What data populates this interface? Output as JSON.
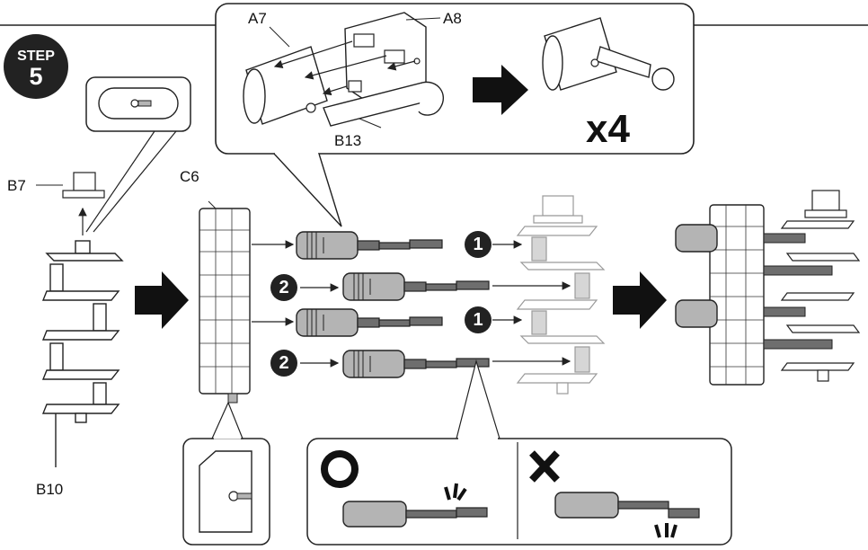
{
  "step": {
    "word": "STEP",
    "number": "5"
  },
  "labels": {
    "a7": "A7",
    "a8": "A8",
    "b13": "B13",
    "b7": "B7",
    "b10": "B10",
    "c6": "C6"
  },
  "multiplier": "x4",
  "order_markers": [
    "1",
    "2",
    "1",
    "2"
  ],
  "colors": {
    "part_gray": "#b4b4b4",
    "dark_gray": "#6e6e6e",
    "ink": "#222222"
  },
  "icons": [
    "arrow-right-icon",
    "correct-circle-icon",
    "wrong-cross-icon",
    "click-sound-icon"
  ]
}
